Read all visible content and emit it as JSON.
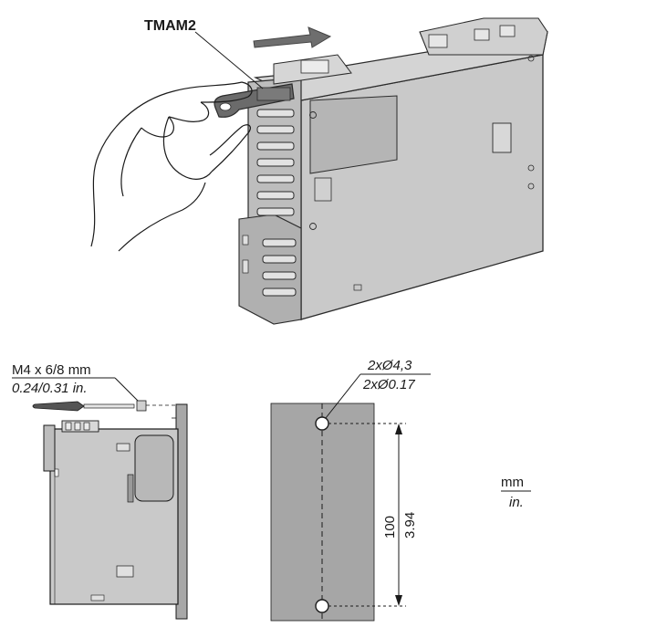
{
  "top_illustration": {
    "tool_label": "TMAM2"
  },
  "side_view": {
    "screw_spec_metric": "M4 x 6/8 mm",
    "screw_spec_imperial": "0.24/0.31 in."
  },
  "drill_template": {
    "hole_spec_metric": "2xØ4,3",
    "hole_spec_imperial": "2xØ0.17",
    "spacing_metric": "100",
    "spacing_imperial": "3.94"
  },
  "units_key": {
    "metric": "mm",
    "imperial": "in."
  },
  "colors": {
    "module_fill": "#c9c9c9",
    "module_dark": "#9a9a9a",
    "outline": "#2b2b2b",
    "panel_fill": "#a6a6a6",
    "arrow_fill": "#6e6e6e"
  }
}
